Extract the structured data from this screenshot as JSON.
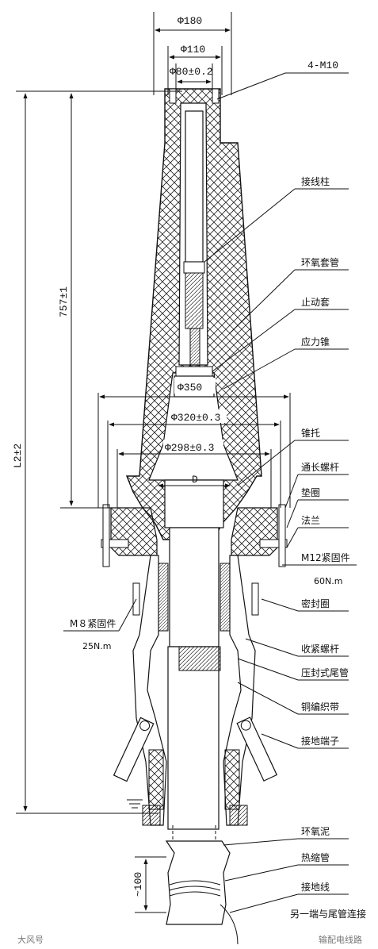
{
  "dimensions": {
    "d180": "Φ180",
    "d110": "Φ110",
    "d80": "Φ80±0.2",
    "bolts": "4-M10",
    "len757": "757±1",
    "lenL2": "L2±2",
    "d350": "Φ350",
    "d320": "Φ320±0.3",
    "d298": "Φ298±0.3",
    "D": "D",
    "len100": "~100"
  },
  "labels": {
    "terminal_post": "接线柱",
    "epoxy_sleeve": "环氧套管",
    "stop_sleeve": "止动套",
    "stress_cone": "应力锥",
    "cone_support": "锥托",
    "long_bolt": "通长螺杆",
    "washer": "垫圈",
    "flange": "法兰",
    "m12_fastener": "M12紧固件",
    "m12_torque": "60N.m",
    "seal_ring": "密封圈",
    "m8_fastener": "M８紧固件",
    "m8_torque": "25N.m",
    "tighten_bolt": "收紧螺杆",
    "sealed_tail_pipe": "压封式尾管",
    "copper_braid": "铜编织带",
    "ground_terminal": "接地端子",
    "epoxy_putty": "环氧泥",
    "heat_shrink": "热缩管",
    "ground_wire": "接地线",
    "other_end_note": "另一端与尾管连接"
  },
  "watermarks": {
    "left": "大风号",
    "right": "输配电线路"
  },
  "colors": {
    "line": "#111111",
    "hatch": "#222222",
    "background": "#ffffff"
  }
}
